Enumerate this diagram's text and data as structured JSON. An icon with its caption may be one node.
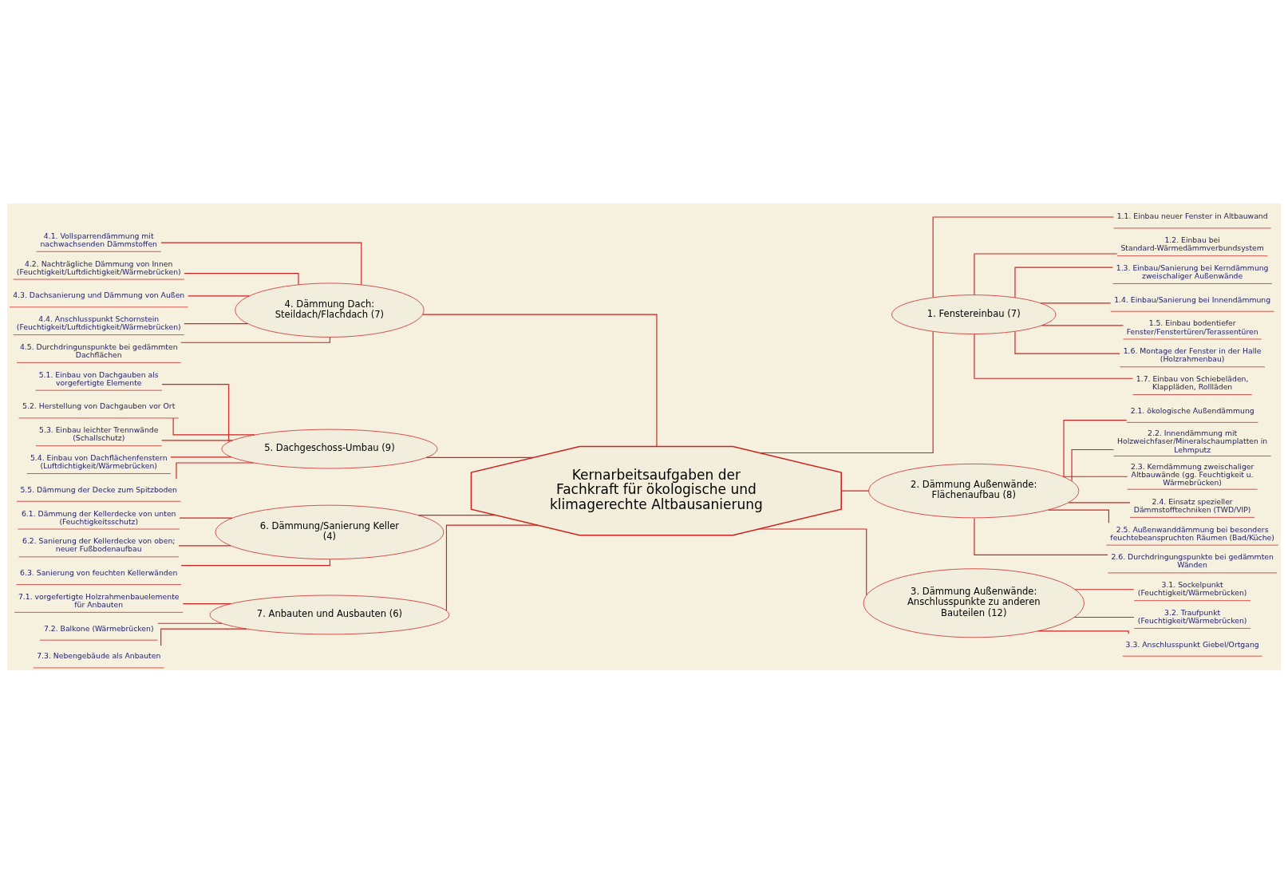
{
  "diagram": {
    "nodes": [
      {
        "text": [
          "Kernarbeitsaufgaben der Fachkraft für ökologische und klimagerechte Altbausanierung"
        ]
      },
      {
        "text": [
          "1. Fenstereinbau (7)"
        ]
      },
      {
        "text": [
          "1.1. Einbau neuer Fenster in Altbauwand"
        ]
      },
      {
        "text": [
          "1.2. Einbau bei Standard-Wärmedämmverbundsystem"
        ]
      },
      {
        "text": [
          "1.3. Einbau/Sanierung bei Kerndämmung zweischaliger Außenwände"
        ]
      },
      {
        "text": [
          "1.4. Einbau/Sanierung bei Innendämmung"
        ]
      },
      {
        "text": [
          "1.5. Einbau bodentiefer Fenster/Fenstertüren/Terassentüren"
        ]
      },
      {
        "text": [
          "1.6. Montage der Fenster in der Halle (Holzrahmenbau)"
        ]
      },
      {
        "text": [
          "1.7. Einbau von Schiebeläden, Klappläden, Rollläden"
        ]
      },
      {
        "text": [
          "2. Dämmung Außenwände: Flächenaufbau (8)"
        ]
      },
      {
        "text": [
          "2.1. ökologische Außendämmung"
        ]
      },
      {
        "text": [
          "2.2. Innendämmung mit Holzweichfaser/Mineralschaumplatten in Lehmputz"
        ]
      },
      {
        "text": [
          "2.3. Kerndämmung zweischaliger Altbauwände (gg. Feuchtigkeit u. Wärmebrücken)"
        ]
      },
      {
        "text": [
          "2.4. Einsatz spezieller Dämmstofftechniken (TWD/VIP)"
        ]
      },
      {
        "text": [
          "2.5. Außenwanddämmung bei besonders feuchtebeanspruchten Räumen (Bad/Küche)"
        ]
      },
      {
        "text": [
          "2.6. Durchdringungspunkte bei gedämmten Wänden"
        ]
      },
      {
        "text": [
          "3. Dämmung Außenwände: Anschlusspunkte zu anderen Bauteilen (12)"
        ]
      },
      {
        "text": [
          "3.1. Sockelpunkt (Feuchtigkeit/Wärmebrücken)"
        ]
      },
      {
        "text": [
          "3.2. Traufpunkt (Feuchtigkeit/Wärmebrücken)"
        ]
      },
      {
        "text": [
          "3.3. Anschlusspunkt Giebel/Ortgang"
        ]
      },
      {
        "text": [
          "4. Dämmung Dach: Steildach/Flachdach (7)"
        ]
      },
      {
        "text": [
          "4.1. Vollsparrendämmung mit nachwachsenden Dämmstoffen"
        ]
      },
      {
        "text": [
          "4.2. Nachträgliche Dämmung von Innen (Feuchtigkeit/Luftdichtigkeit/Wärmebrücken)"
        ]
      },
      {
        "text": [
          "4.3. Dachsanierung und Dämmung von Außen"
        ]
      },
      {
        "text": [
          "4.4. Anschlusspunkt Schornstein (Feuchtigkeit/Luftdichtigkeit/Wärmebrücken)"
        ]
      },
      {
        "text": [
          "4.5. Durchdringunspunkte bei gedämmten Dachflächen"
        ]
      },
      {
        "text": [
          "5. Dachgeschoss-Umbau (9)"
        ]
      },
      {
        "text": [
          "5.1. Einbau von Dachgauben als vorgefertigte Elemente"
        ]
      },
      {
        "text": [
          "5.2. Herstellung von Dachgauben vor Ort"
        ]
      },
      {
        "text": [
          "5.3. Einbau leichter Trennwände (Schallschutz)"
        ]
      },
      {
        "text": [
          "5.4. Einbau von Dachflächenfenstern (Luftdichtigkeit/Wärmebrücken)"
        ]
      },
      {
        "text": [
          "5.5. Dämmung der Decke zum Spitzboden"
        ]
      },
      {
        "text": [
          "6. Dämmung/Sanierung Keller (4)"
        ]
      },
      {
        "text": [
          "6.1. Dämmung der Kellerdecke von unten (Feuchtigkeitsschutz)"
        ]
      },
      {
        "text": [
          "6.2. Sanierung der Kellerdecke von oben; neuer Fußbodenaufbau"
        ]
      },
      {
        "text": [
          "6.3. Sanierung von feuchten Kellerwänden"
        ]
      },
      {
        "text": [
          "7. Anbauten und Ausbauten (6)"
        ]
      },
      {
        "text": [
          "7.1. vorgefertigte Holzrahmenbauelemente für Anbauten"
        ]
      },
      {
        "text": [
          "7.2. Balkone (Wärmebrücken)"
        ]
      },
      {
        "text": [
          "7.3. Nebengebäude als Anbauten"
        ]
      }
    ],
    "edges": [
      {
        "from": 0,
        "to": 1,
        "arrow": "none"
      },
      {
        "from": 1,
        "to": 2,
        "arrow": "none"
      },
      {
        "from": 1,
        "to": 3,
        "arrow": "none"
      },
      {
        "from": 1,
        "to": 4,
        "arrow": "none"
      },
      {
        "from": 1,
        "to": 5,
        "arrow": "none"
      },
      {
        "from": 1,
        "to": 6,
        "arrow": "none"
      },
      {
        "from": 1,
        "to": 7,
        "arrow": "none"
      },
      {
        "from": 1,
        "to": 8,
        "arrow": "none"
      },
      {
        "from": 0,
        "to": 9,
        "arrow": "none"
      },
      {
        "from": 9,
        "to": 10,
        "arrow": "none"
      },
      {
        "from": 9,
        "to": 11,
        "arrow": "none"
      },
      {
        "from": 9,
        "to": 12,
        "arrow": "none"
      },
      {
        "from": 9,
        "to": 13,
        "arrow": "none"
      },
      {
        "from": 9,
        "to": 14,
        "arrow": "none"
      },
      {
        "from": 9,
        "to": 15,
        "arrow": "none"
      },
      {
        "from": 0,
        "to": 16,
        "arrow": "none"
      },
      {
        "from": 16,
        "to": 17,
        "arrow": "none"
      },
      {
        "from": 16,
        "to": 18,
        "arrow": "none"
      },
      {
        "from": 16,
        "to": 19,
        "arrow": "none"
      },
      {
        "from": 0,
        "to": 20,
        "arrow": "none"
      },
      {
        "from": 20,
        "to": 21,
        "arrow": "none"
      },
      {
        "from": 20,
        "to": 22,
        "arrow": "none"
      },
      {
        "from": 20,
        "to": 23,
        "arrow": "none"
      },
      {
        "from": 20,
        "to": 24,
        "arrow": "none"
      },
      {
        "from": 20,
        "to": 25,
        "arrow": "none"
      },
      {
        "from": 0,
        "to": 26,
        "arrow": "none"
      },
      {
        "from": 26,
        "to": 27,
        "arrow": "none"
      },
      {
        "from": 26,
        "to": 28,
        "arrow": "none"
      },
      {
        "from": 26,
        "to": 29,
        "arrow": "none"
      },
      {
        "from": 26,
        "to": 30,
        "arrow": "none"
      },
      {
        "from": 26,
        "to": 31,
        "arrow": "none"
      },
      {
        "from": 0,
        "to": 32,
        "arrow": "none"
      },
      {
        "from": 32,
        "to": 33,
        "arrow": "none"
      },
      {
        "from": 32,
        "to": 34,
        "arrow": "none"
      },
      {
        "from": 32,
        "to": 35,
        "arrow": "none"
      },
      {
        "from": 0,
        "to": 36,
        "arrow": "none"
      },
      {
        "from": 36,
        "to": 37,
        "arrow": "none"
      },
      {
        "from": 36,
        "to": 38,
        "arrow": "none"
      },
      {
        "from": 36,
        "to": 39,
        "arrow": "none"
      }
    ]
  }
}
